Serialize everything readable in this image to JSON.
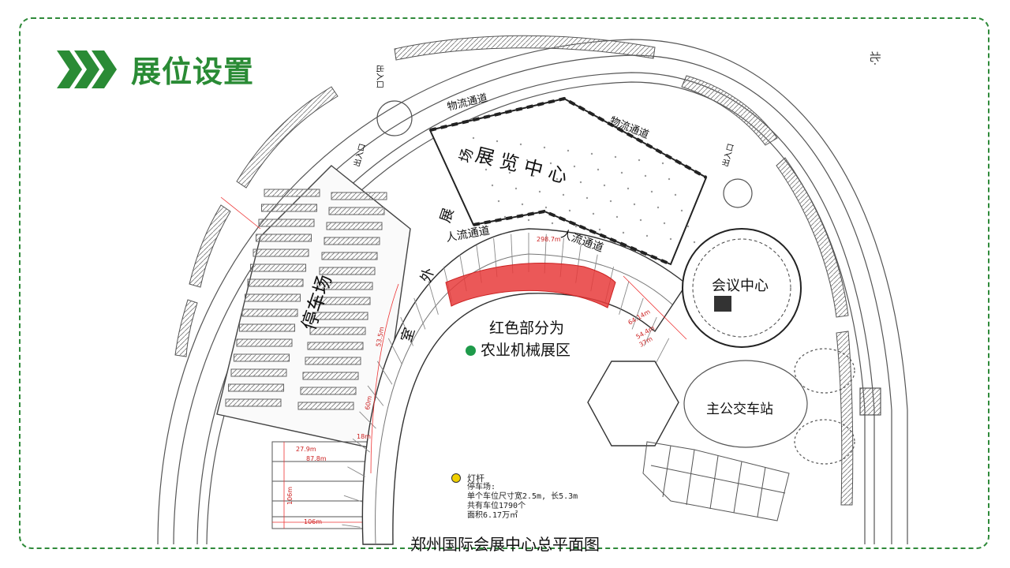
{
  "slide": {
    "title": "展位设置",
    "caption": "郑州国际会展中心总平面图",
    "north_label": "北·"
  },
  "map": {
    "exhibition_center": "展 览 中 心",
    "conference_center": "会议中心",
    "parking": "停车场",
    "outdoor_field": "室 外 展 场",
    "bus_station": "主公交车站",
    "logistics_channel_1": "物流通道",
    "logistics_channel_2": "物流通道",
    "people_channel_1": "人流通道",
    "people_channel_2": "人流通道",
    "entrance_left": "出入口",
    "entrance_right": "出入口",
    "entrance_top": "出入口",
    "dims": [
      "298.7m",
      "64.14m",
      "54.4m",
      "37m",
      "106m",
      "106m",
      "27.9m",
      "87.8m",
      "18m",
      "60m",
      "53.5m"
    ],
    "red_note_line1": "红色部分为",
    "red_note_line2": "农业机械展区",
    "lamp_label": "灯杆",
    "parking_notes": [
      "停车场:",
      "单个车位尺寸宽2.5m, 长5.3m",
      "共有车位1790个",
      "面积6.17万㎡"
    ]
  },
  "colors": {
    "accent_green": "#2a8b35",
    "agri_zone_red": "#e83b3b",
    "legend_green": "#1e9a4a",
    "lamp_yellow": "#f0d000"
  }
}
